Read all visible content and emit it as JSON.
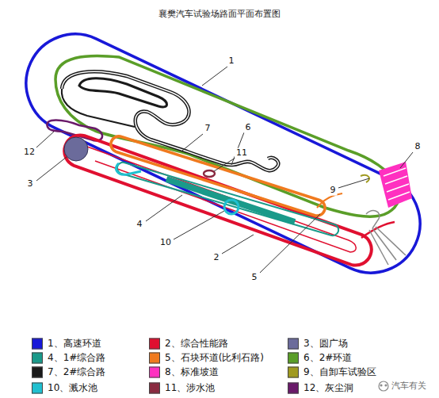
{
  "diagram": {
    "title": "襄樊汽车试验场路面平面布置图",
    "labels": [
      "1",
      "6",
      "7",
      "11",
      "8",
      "9",
      "12",
      "3",
      "4",
      "10",
      "2",
      "5",
      "汽车有关"
    ],
    "legend": [
      {
        "text": "1、高速环道",
        "color": "#1818d8"
      },
      {
        "text": "2、综合性能路",
        "color": "#e01030"
      },
      {
        "text": "3、圆广场",
        "color": "#6b6b9b"
      },
      {
        "text": "4、1#综合路",
        "color": "#1a9a8a"
      },
      {
        "text": "5、石块环道(比利石路)",
        "color": "#f07a1e"
      },
      {
        "text": "6、2#环道",
        "color": "#5a9e28"
      },
      {
        "text": "7、2#综合路",
        "color": "#1a1a1a"
      },
      {
        "text": "8、标准坡道",
        "color": "#ff30c0"
      },
      {
        "text": "9、自卸车试验区",
        "color": "#a09a20"
      },
      {
        "text": "10、溅水池",
        "color": "#20c0d0"
      },
      {
        "text": "11、涉水池",
        "color": "#8a2a40"
      },
      {
        "text": "12、灰尘洞",
        "color": "#6a1a6a"
      }
    ]
  }
}
